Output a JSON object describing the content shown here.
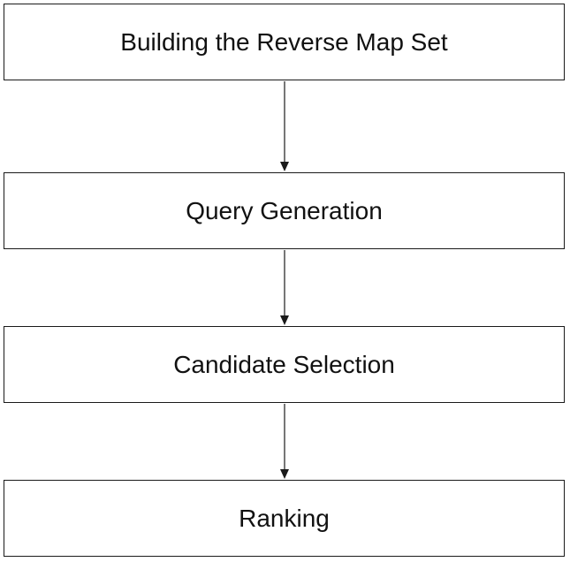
{
  "diagram": {
    "steps": [
      {
        "label": "Building the Reverse Map Set"
      },
      {
        "label": "Query Generation"
      },
      {
        "label": "Candidate Selection"
      },
      {
        "label": "Ranking"
      }
    ],
    "colors": {
      "stroke": "#1a1a1a",
      "text": "#111111",
      "background": "#ffffff"
    }
  }
}
